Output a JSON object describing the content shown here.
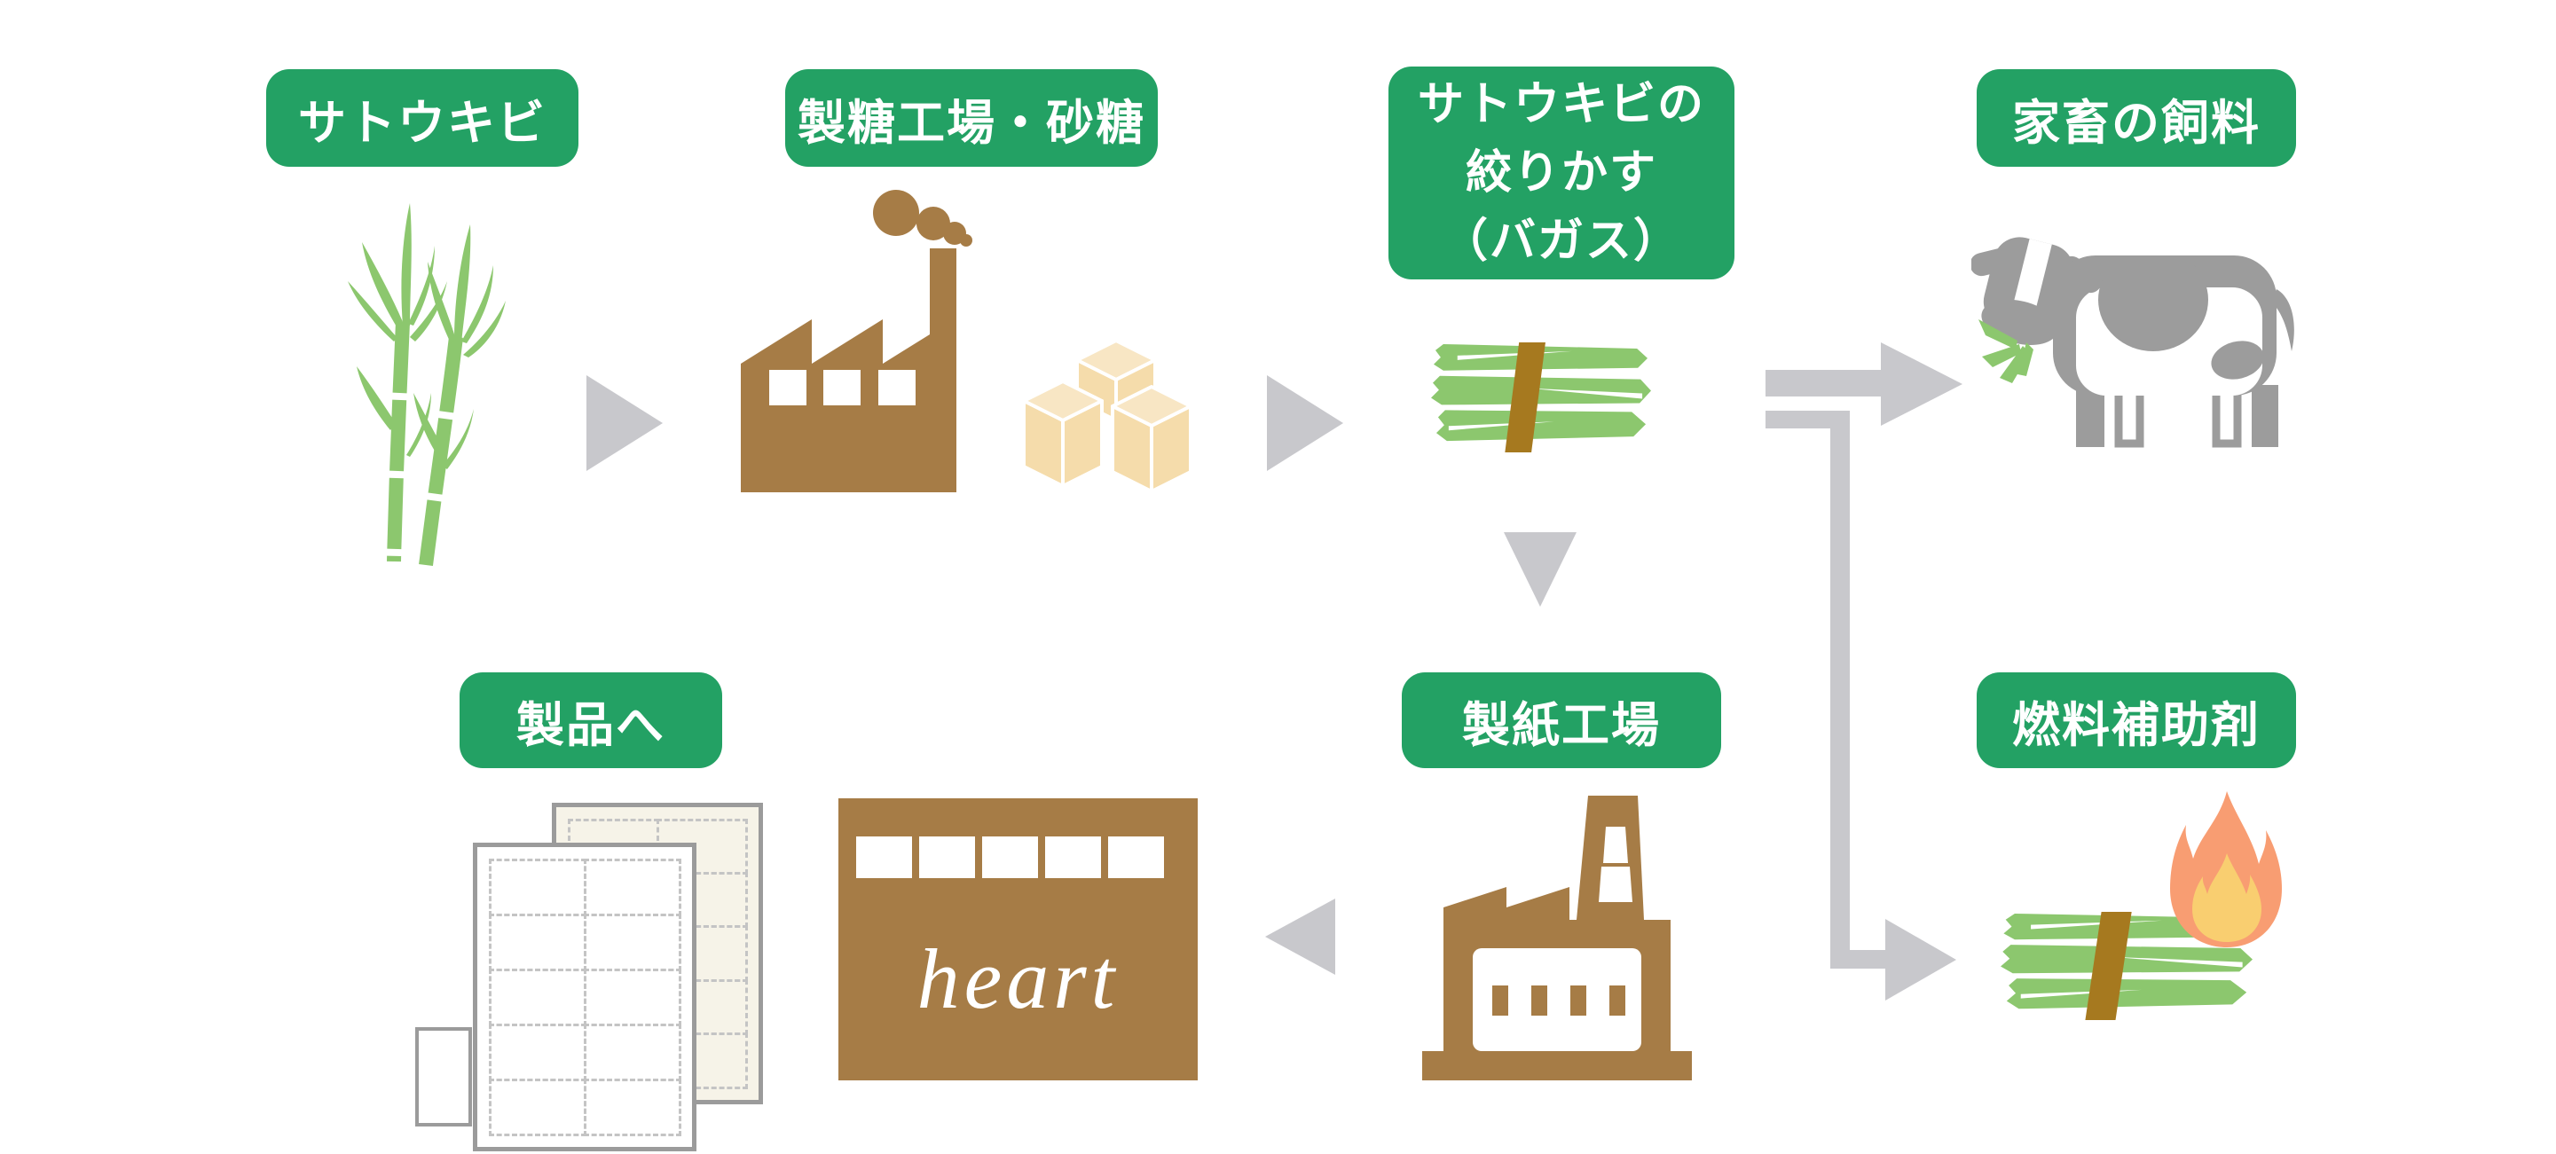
{
  "diagram": {
    "nodes": {
      "sugarcane": {
        "label": "サトウキビ"
      },
      "sugar_factory": {
        "label": "製糖工場・砂糖"
      },
      "bagasse": {
        "label_lines": [
          "サトウキビの",
          "絞りかす",
          "（バガス）"
        ]
      },
      "livestock_feed": {
        "label": "家畜の飼料"
      },
      "products": {
        "label": "製品へ"
      },
      "paper_mill": {
        "label": "製紙工場"
      },
      "fuel_additive": {
        "label": "燃料補助剤"
      }
    },
    "logo_text": "heart",
    "icons": [
      "sugarcane-plant-icon",
      "sugar-factory-icon",
      "sugar-cubes-icon",
      "bagasse-bundle-icon",
      "cow-icon",
      "product-sheets-icon",
      "heart-building-icon",
      "paper-mill-icon",
      "fuel-bundle-icon",
      "flame-icon"
    ],
    "colors": {
      "label_green": "#23A164",
      "plant_green": "#8CC76E",
      "brown": "#A67C46",
      "band_brown": "#A6791F",
      "sugar_cream": "#F5DCAB",
      "sugar_cream_light": "#F8E6C4",
      "paper_cream": "#F6F3E8",
      "arrow_gray": "#C8C8CC",
      "cow_gray": "#9C9C9C",
      "border_gray": "#9B9B9B",
      "dash_gray": "#C4C4C4",
      "flame_orange": "#F89D72",
      "flame_yellow": "#F9CE70",
      "background": "#FFFFFF"
    }
  }
}
